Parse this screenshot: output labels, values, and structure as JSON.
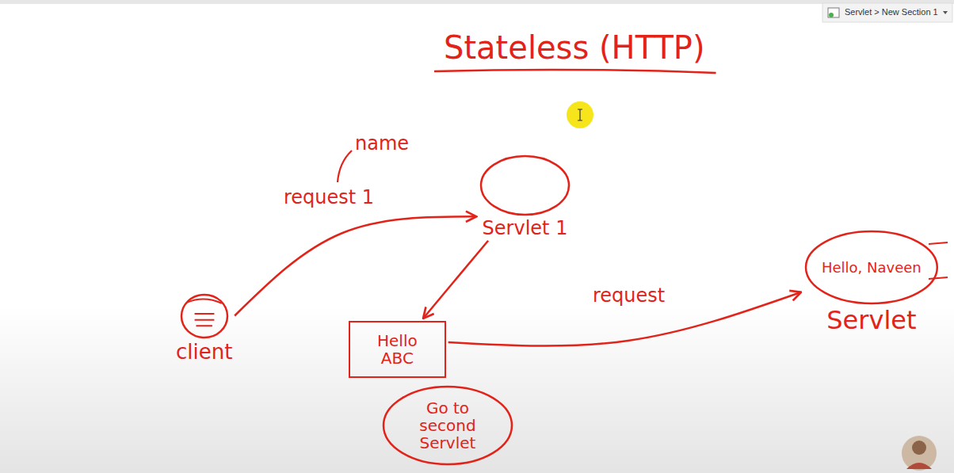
{
  "diagram": {
    "title": "Stateless (HTTP)",
    "nodes": [
      {
        "text": [
          "Servlet 1"
        ]
      },
      {
        "text": [
          "client"
        ]
      },
      {
        "text": [
          "Hello ABC"
        ]
      },
      {
        "text": [
          "Go to second Servlet"
        ]
      },
      {
        "text": [
          "Hello, Naveen",
          "Servlet"
        ]
      }
    ],
    "edges": [
      {
        "from": 1,
        "to": 0,
        "arrow": "to",
        "label": "request 1"
      },
      {
        "from": 0,
        "to": 2,
        "arrow": "to"
      },
      {
        "from": 2,
        "to": 4,
        "arrow": "to",
        "label": "request"
      }
    ],
    "labels": [
      "name",
      "Servlet > New Section 1"
    ]
  }
}
